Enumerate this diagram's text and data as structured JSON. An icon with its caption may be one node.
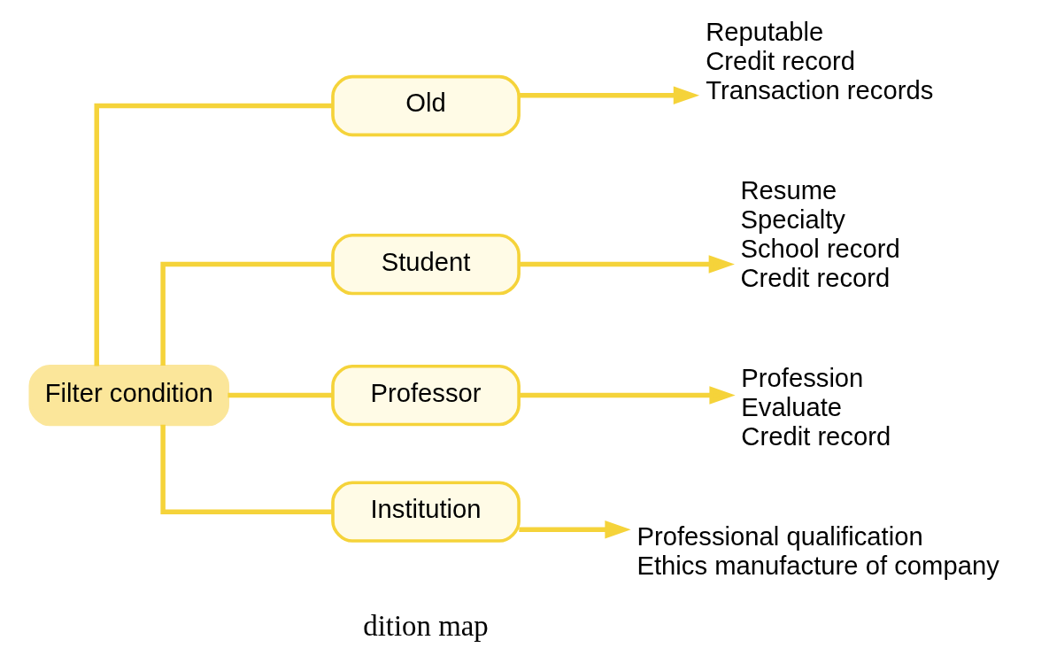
{
  "diagram": {
    "nodes": [
      {
        "text": [
          "Filter condition"
        ]
      },
      {
        "text": [
          "Old"
        ]
      },
      {
        "text": [
          "Student"
        ]
      },
      {
        "text": [
          "Professor"
        ]
      },
      {
        "text": [
          "Institution"
        ]
      },
      {
        "text": [
          "Reputable",
          "Credit record",
          "Transaction records"
        ]
      },
      {
        "text": [
          "Resume",
          "Specialty",
          "School record",
          "Credit record"
        ]
      },
      {
        "text": [
          "Profession",
          "Evaluate",
          "Credit record"
        ]
      },
      {
        "text": [
          "Professional qualification",
          "Ethics manufacture of company"
        ]
      }
    ],
    "edges": [
      {
        "from": 0,
        "to": 1,
        "arrow": "none"
      },
      {
        "from": 0,
        "to": 2,
        "arrow": "none"
      },
      {
        "from": 0,
        "to": 3,
        "arrow": "none"
      },
      {
        "from": 0,
        "to": 4,
        "arrow": "none"
      },
      {
        "from": 1,
        "to": 5,
        "arrow": "to"
      },
      {
        "from": 2,
        "to": 6,
        "arrow": "to"
      },
      {
        "from": 3,
        "to": 7,
        "arrow": "to"
      },
      {
        "from": 4,
        "to": 8,
        "arrow": "to"
      }
    ],
    "labels": [
      "dition map"
    ]
  }
}
